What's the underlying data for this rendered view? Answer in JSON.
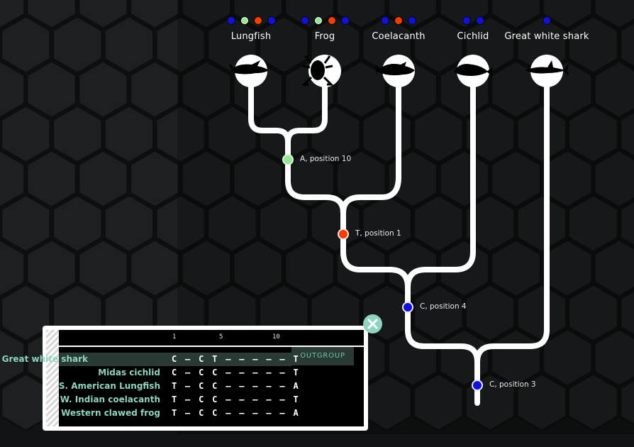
{
  "taxa": [
    {
      "name": "Lungfish",
      "icon": "lungfish-icon",
      "dots": [
        "#1010e0",
        "#90e890",
        "#ff3b00",
        "#1010e0"
      ]
    },
    {
      "name": "Frog",
      "icon": "frog-icon",
      "dots": [
        "#1010e0",
        "#90e890",
        "#ff3b00",
        "#1010e0"
      ]
    },
    {
      "name": "Coelacanth",
      "icon": "coelacanth-icon",
      "dots": [
        "#1010e0",
        "#ff3b00",
        "#1010e0"
      ]
    },
    {
      "name": "Cichlid",
      "icon": "cichlid-icon",
      "dots": [
        "#1010e0",
        "#1010e0"
      ]
    },
    {
      "name": "Great white shark",
      "icon": "shark-icon",
      "dots": [
        "#1010e0"
      ]
    }
  ],
  "nodes": [
    {
      "label": "A, position 10",
      "color": "#90e890"
    },
    {
      "label": "T, position 1",
      "color": "#ff3b00"
    },
    {
      "label": "C, position 4",
      "color": "#1010e0"
    },
    {
      "label": "C, position 3",
      "color": "#1010e0"
    }
  ],
  "alignment": {
    "ticks": [
      "1",
      "5",
      "10"
    ],
    "outgroup_label": "OUTGROUP",
    "rows": [
      {
        "name": "Great white shark",
        "seq": "C – C T – – – – – T",
        "highlight": true
      },
      {
        "name": "Midas cichlid",
        "seq": "C – C C – – – – – T",
        "highlight": false
      },
      {
        "name": "S. American Lungfish",
        "seq": "T – C C – – – – – A",
        "highlight": false
      },
      {
        "name": "W. Indian coelacanth",
        "seq": "T – C C – – – – – T",
        "highlight": false
      },
      {
        "name": "Western clawed frog",
        "seq": "T – C C – – – – – A",
        "highlight": false
      }
    ]
  },
  "colors": {
    "accent": "#8fd4be",
    "branch": "#ffffff",
    "background": "#111414"
  }
}
